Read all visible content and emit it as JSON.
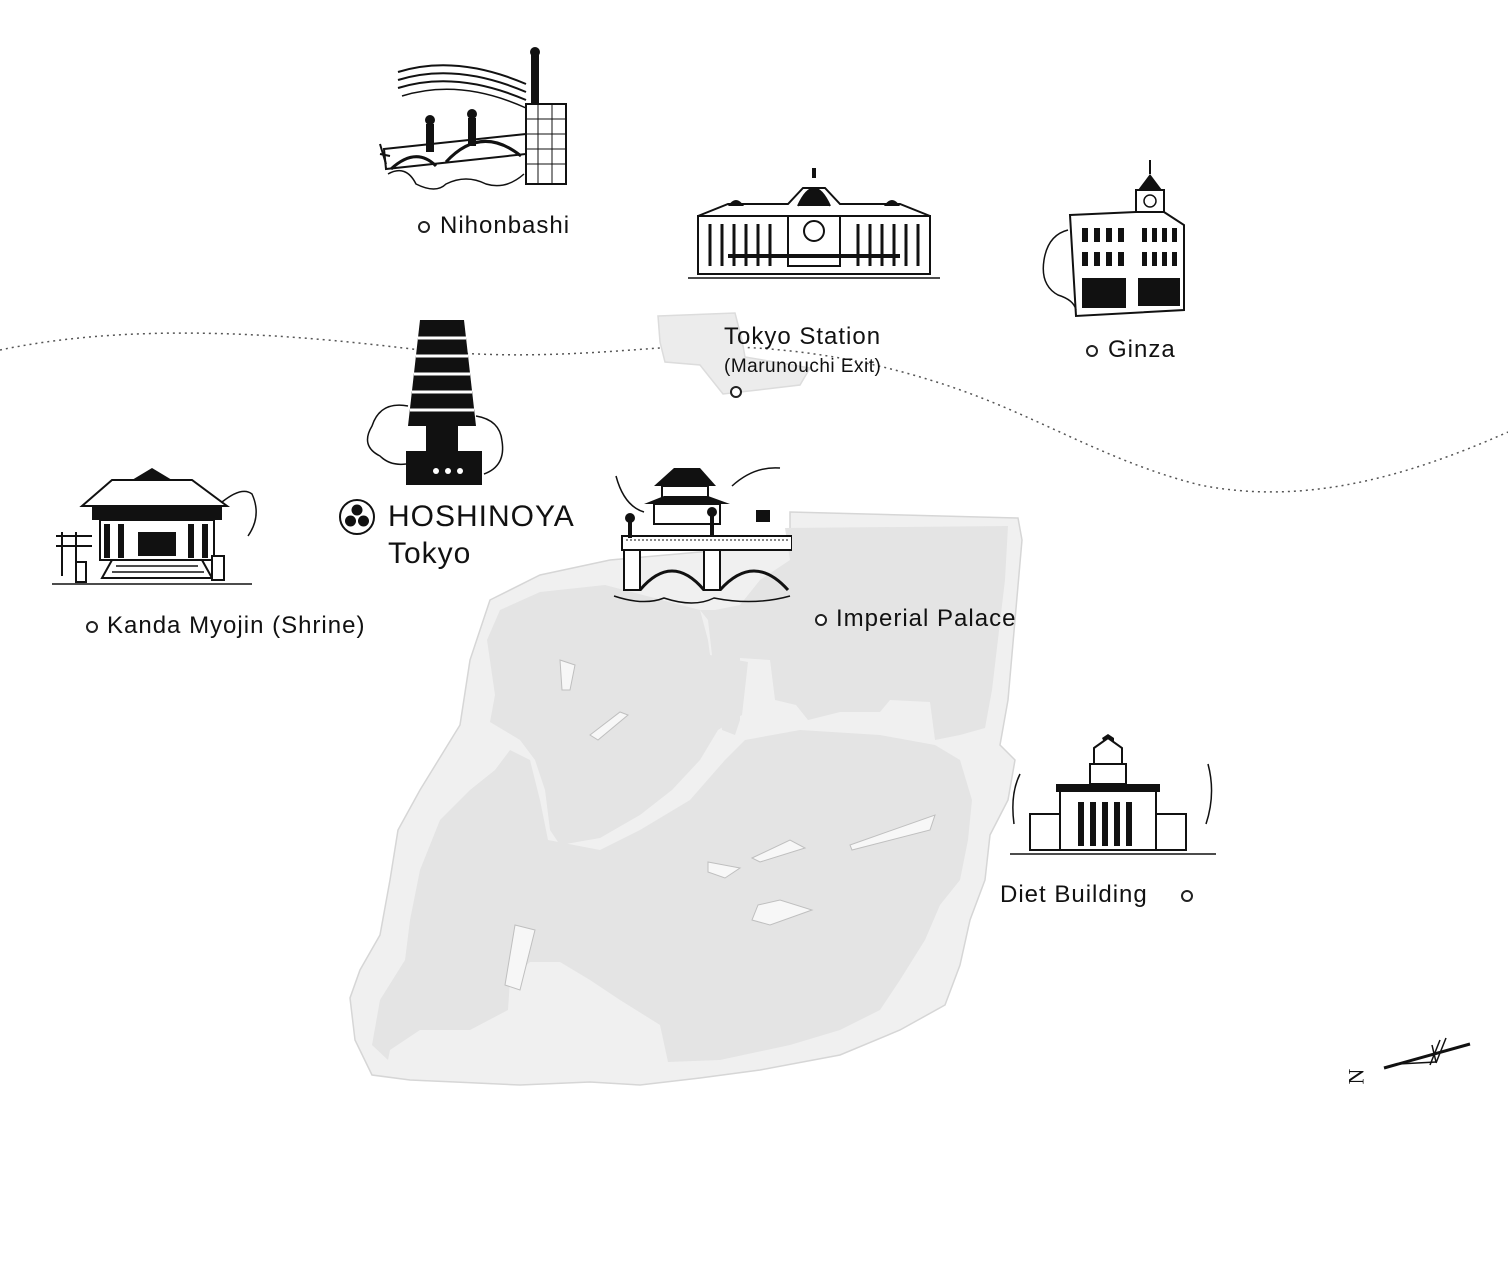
{
  "map": {
    "landmarks": [
      {
        "id": "nihonbashi",
        "label": "Nihonbashi",
        "icon": "stone-bridge-sketch-icon"
      },
      {
        "id": "tokyo-station",
        "label": "Tokyo Station",
        "sublabel": "(Marunouchi Exit)",
        "icon": "station-building-sketch-icon"
      },
      {
        "id": "ginza",
        "label": "Ginza",
        "icon": "clock-tower-building-sketch-icon"
      },
      {
        "id": "kanda",
        "label": "Kanda Myojin (Shrine)",
        "icon": "shrine-sketch-icon"
      },
      {
        "id": "imperial-palace",
        "label": "Imperial Palace",
        "icon": "palace-bridge-sketch-icon"
      },
      {
        "id": "diet",
        "label": "Diet Building",
        "icon": "diet-building-sketch-icon"
      }
    ],
    "hotel": {
      "line1": "HOSHINOYA",
      "line2": "Tokyo",
      "icon": "hoshinoya-logo-icon",
      "building_icon": "hotel-tower-sketch-icon"
    },
    "compass": {
      "letter": "N",
      "icon": "north-arrow-icon"
    },
    "colors": {
      "ink": "#111111",
      "palace_grounds": "#e6e6e6",
      "moat": "#f2f2f2",
      "rail_line": "#555555"
    }
  }
}
